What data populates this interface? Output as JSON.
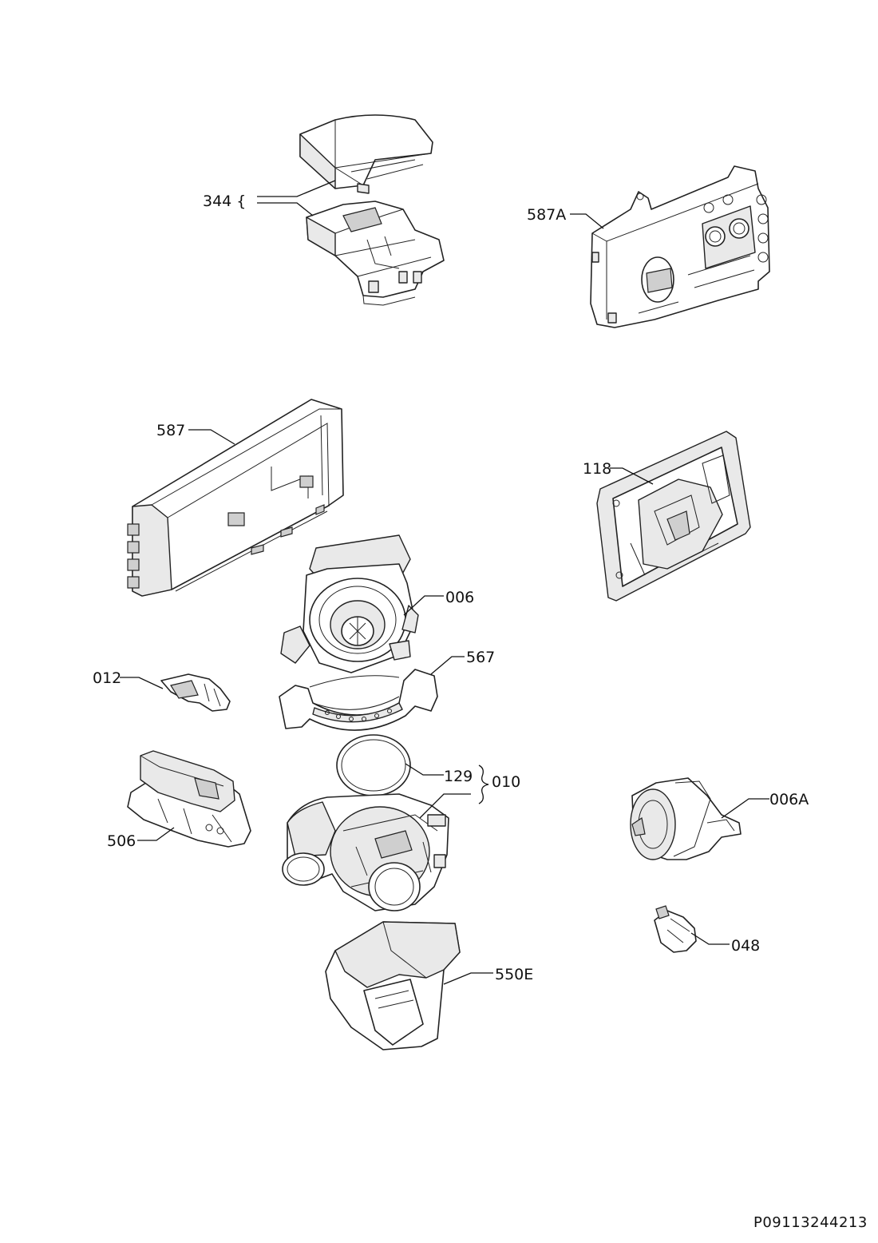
{
  "diagram": {
    "reference_code": "P09113244213",
    "callouts": [
      {
        "id": "344",
        "label": "344 {"
      },
      {
        "id": "587A",
        "label": "587A"
      },
      {
        "id": "587",
        "label": "587"
      },
      {
        "id": "118",
        "label": "118"
      },
      {
        "id": "006",
        "label": "006"
      },
      {
        "id": "567",
        "label": "567"
      },
      {
        "id": "012",
        "label": "012"
      },
      {
        "id": "129",
        "label": "129"
      },
      {
        "id": "010",
        "label": "010"
      },
      {
        "id": "006A",
        "label": "006A"
      },
      {
        "id": "506",
        "label": "506"
      },
      {
        "id": "048",
        "label": "048"
      },
      {
        "id": "550E",
        "label": "550E"
      }
    ]
  }
}
